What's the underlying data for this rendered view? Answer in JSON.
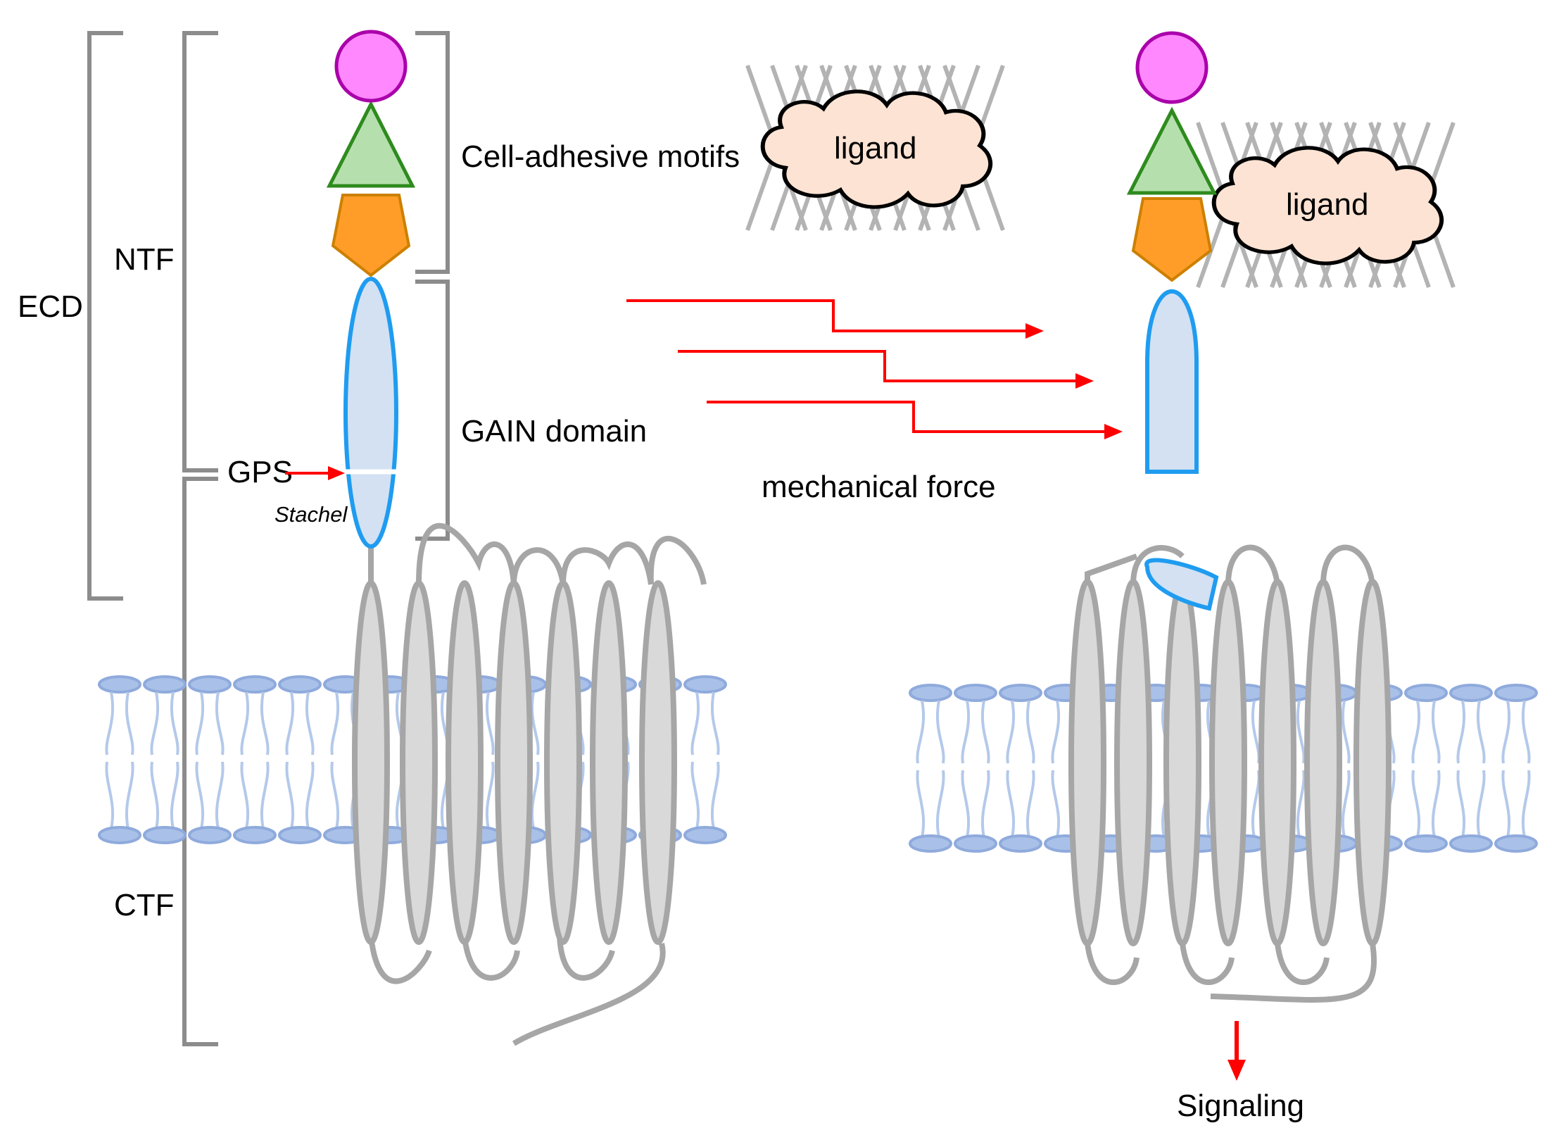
{
  "labels": {
    "ecd": "ECD",
    "ntf": "NTF",
    "ctf": "CTF",
    "gps": "GPS",
    "stachel": "Stachel",
    "cell_adhesive_motifs": "Cell-adhesive motifs",
    "gain_domain": "GAIN domain",
    "mechanical_force": "mechanical force",
    "ligand_left": "ligand",
    "ligand_right": "ligand",
    "signaling": "Signaling"
  },
  "colors": {
    "bracket": "#8c8c8c",
    "receptor": "#a6a6a6",
    "helix_fill": "#d9d9d9",
    "membrane": "#8faadc",
    "membrane_fill": "#a9c1e8",
    "gain_stroke": "#1f9cf0",
    "gain_fill": "#d3e1f3",
    "arrow": "#ff0000",
    "circle_fill": "#ff88ff",
    "circle_stroke": "#aa00aa",
    "triangle_fill": "#b5e0ad",
    "triangle_stroke": "#2e8b1e",
    "pentagon_fill": "#ff9d28",
    "pentagon_stroke": "#cc8000",
    "cloud_fill": "#fde3d3",
    "matrix": "#b3b3b3"
  }
}
